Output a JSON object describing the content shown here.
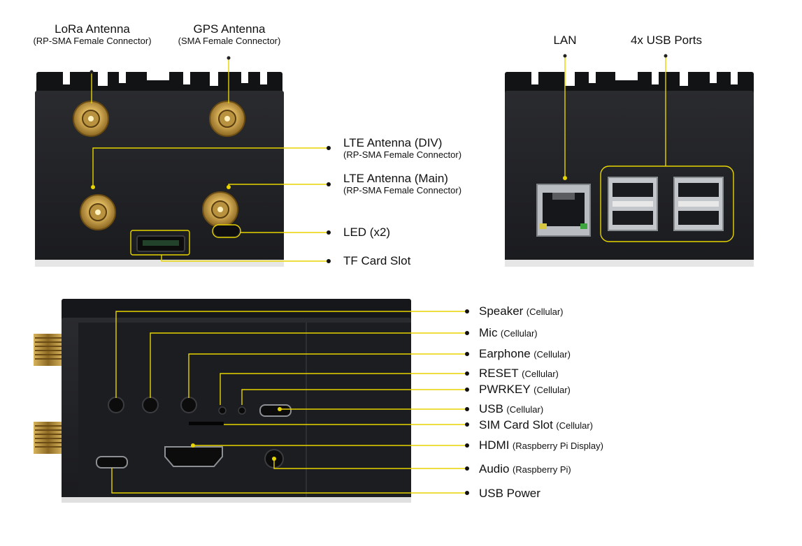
{
  "labels": {
    "lora": {
      "title": "LoRa Antenna",
      "sub": "(RP-SMA Female Connector)"
    },
    "gps": {
      "title": "GPS Antenna",
      "sub": "(SMA Female Connector)"
    },
    "lte_div": {
      "title": "LTE Antenna (DIV)",
      "sub": "(RP-SMA Female Connector)"
    },
    "lte_main": {
      "title": "LTE Antenna (Main)",
      "sub": "(RP-SMA Female Connector)"
    },
    "led": {
      "title": "LED (x2)"
    },
    "tf": {
      "title": "TF Card Slot"
    },
    "lan": {
      "title": "LAN"
    },
    "usb4": {
      "title": "4x USB Ports"
    },
    "speaker": {
      "title": "Speaker",
      "sub": "(Cellular)"
    },
    "mic": {
      "title": "Mic",
      "sub": "(Cellular)"
    },
    "earphone": {
      "title": "Earphone",
      "sub": "(Cellular)"
    },
    "reset": {
      "title": "RESET",
      "sub": "(Cellular)"
    },
    "pwrkey": {
      "title": "PWRKEY",
      "sub": "(Cellular)"
    },
    "usb_cell": {
      "title": "USB",
      "sub": "(Cellular)"
    },
    "sim": {
      "title": "SIM Card Slot",
      "sub": "(Cellular)"
    },
    "hdmi": {
      "title": "HDMI",
      "sub": "(Raspberry Pi Display)"
    },
    "audio": {
      "title": "Audio",
      "sub": "(Raspberry Pi)"
    },
    "usb_power": {
      "title": "USB Power"
    }
  },
  "colors": {
    "callout": "#e8d400",
    "leader": "#555555",
    "body": "#1f2023",
    "body_dark": "#121314",
    "gold": "#c9a24a"
  }
}
